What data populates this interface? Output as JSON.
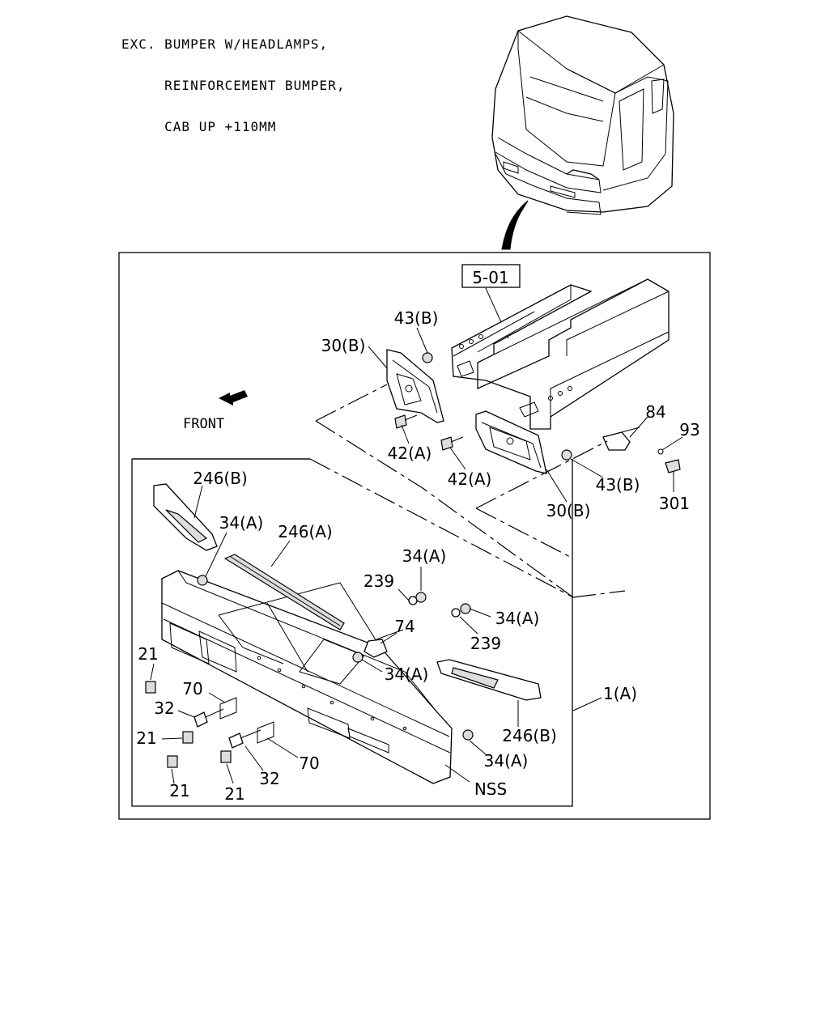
{
  "header": {
    "lines": [
      "EXC. BUMPER W/HEADLAMPS,",
      "     REINFORCEMENT BUMPER,",
      "     CAB UP +110MM"
    ]
  },
  "diagram": {
    "ref_box": "5-01",
    "front_label": "FRONT",
    "callouts": {
      "c43b_top": "43(B)",
      "c30b_top": "30(B)",
      "c42a_1": "42(A)",
      "c42a_2": "42(A)",
      "c84": "84",
      "c93": "93",
      "c43b_right": "43(B)",
      "c301": "301",
      "c30b_bottom": "30(B)",
      "c246b_left": "246(B)",
      "c34a_1": "34(A)",
      "c246a": "246(A)",
      "c34a_2": "34(A)",
      "c239_1": "239",
      "c74": "74",
      "c34a_3": "34(A)",
      "c239_2": "239",
      "c34a_4": "34(A)",
      "c1a": "1(A)",
      "c21_1": "21",
      "c70_1": "70",
      "c32_1": "32",
      "c21_2": "21",
      "c21_3": "21",
      "c21_4": "21",
      "c32_2": "32",
      "c70_2": "70",
      "c246b_right": "246(B)",
      "c34a_5": "34(A)",
      "cnss": "NSS"
    }
  }
}
